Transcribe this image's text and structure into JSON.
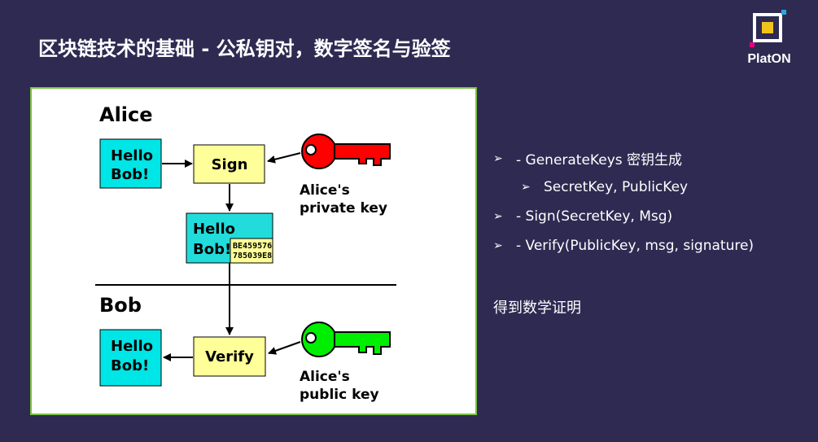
{
  "slide": {
    "title": "区块链技术的基础 - 公私钥对，数字签名与验签"
  },
  "logo": {
    "brand": "PlatON"
  },
  "diagram": {
    "alice_heading": "Alice",
    "bob_heading": "Bob",
    "message_line1": "Hello",
    "message_line2": "Bob!",
    "sign_label": "Sign",
    "verify_label": "Verify",
    "signature_line1": "BE459576",
    "signature_line2": "785039E8",
    "private_key_line1": "Alice's",
    "private_key_line2": "private key",
    "public_key_line1": "Alice's",
    "public_key_line2": "public key",
    "private_key_color": "#ff0000",
    "public_key_color": "#00ee00",
    "message_box_color": "#00e5e5",
    "signed_box_color": "#22dcdc",
    "action_box_color": "#ffff99"
  },
  "bullets": {
    "item1": "- GenerateKeys 密钥生成",
    "item2": "SecretKey, PublicKey",
    "item3": "- Sign(SecretKey, Msg)",
    "item4": "- Verify(PublicKey, msg, signature)",
    "bullet_glyph": "➢"
  },
  "conclusion": "得到数学证明"
}
